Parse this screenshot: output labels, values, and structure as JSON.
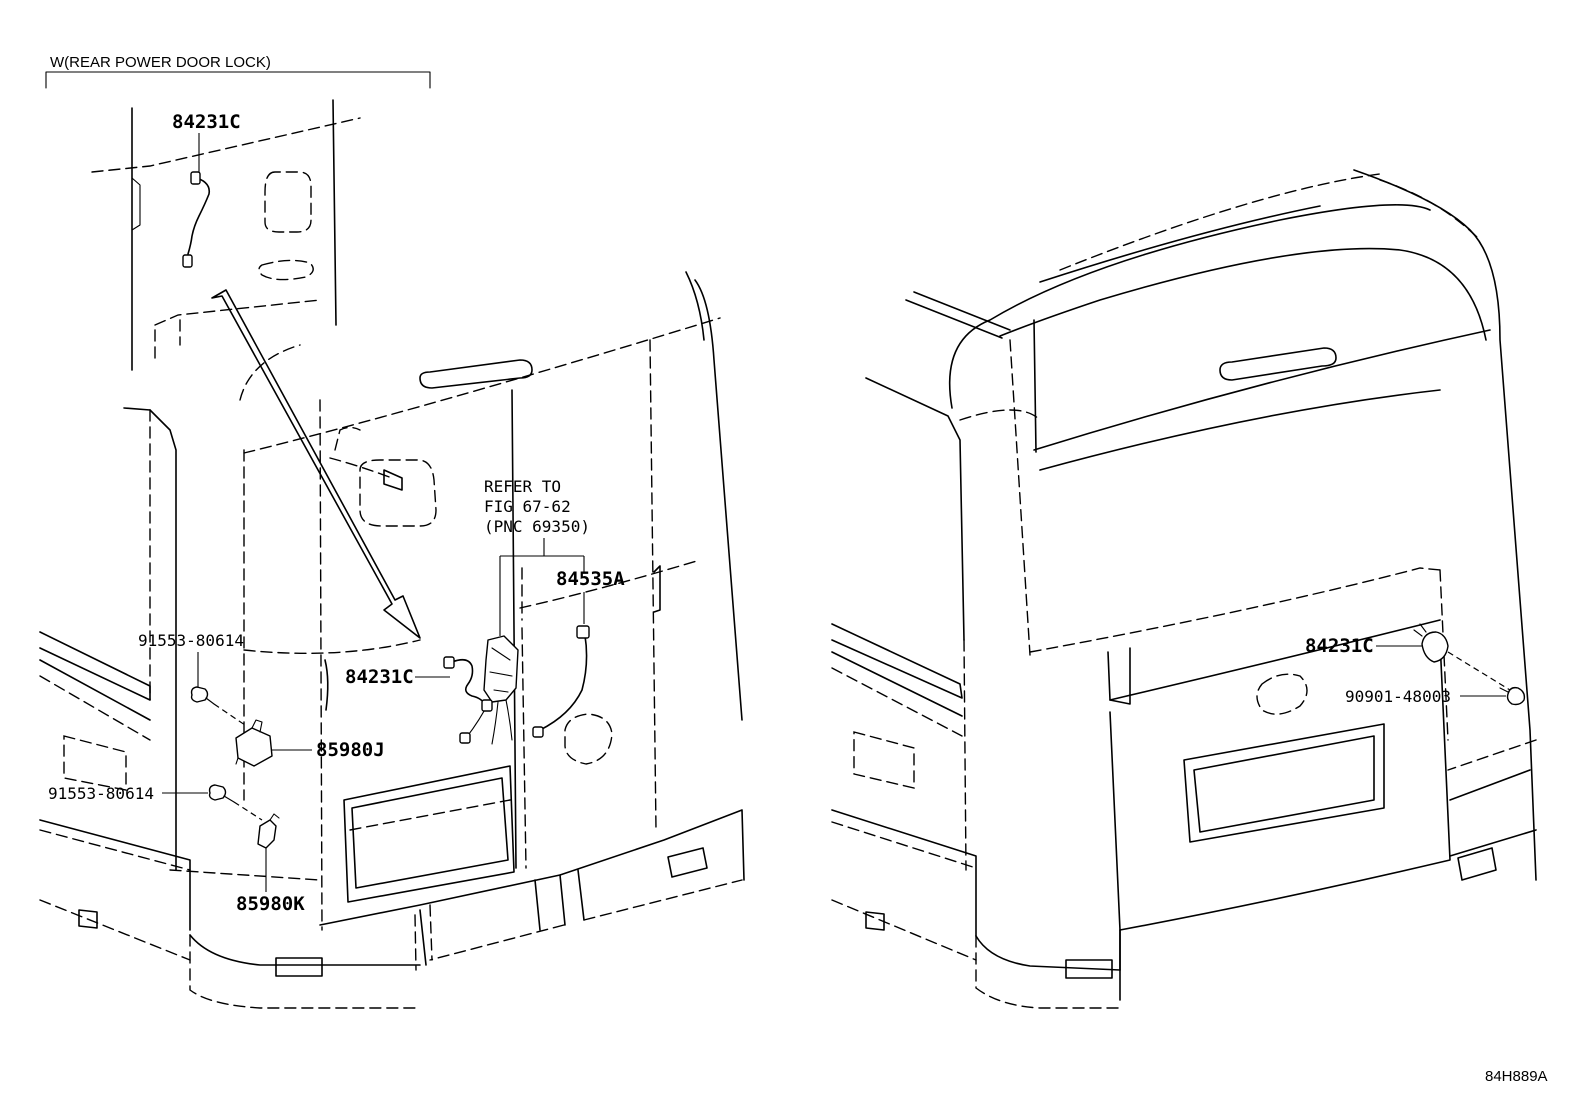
{
  "variant_title": "W(REAR POWER DOOR LOCK)",
  "reference_note": {
    "line1": "REFER TO",
    "line2": "FIG 67-62",
    "line3": "(PNC 69350)"
  },
  "part_labels": {
    "p84231c_inset": "84231C",
    "p84231c_left": "84231C",
    "p84535a": "84535A",
    "p91553_upper": "91553-80614",
    "p85980j": "85980J",
    "p91553_lower": "91553-80614",
    "p85980k": "85980K",
    "p84231c_right": "84231C",
    "p90901": "90901-48003"
  },
  "diagram_code": "84H889A"
}
